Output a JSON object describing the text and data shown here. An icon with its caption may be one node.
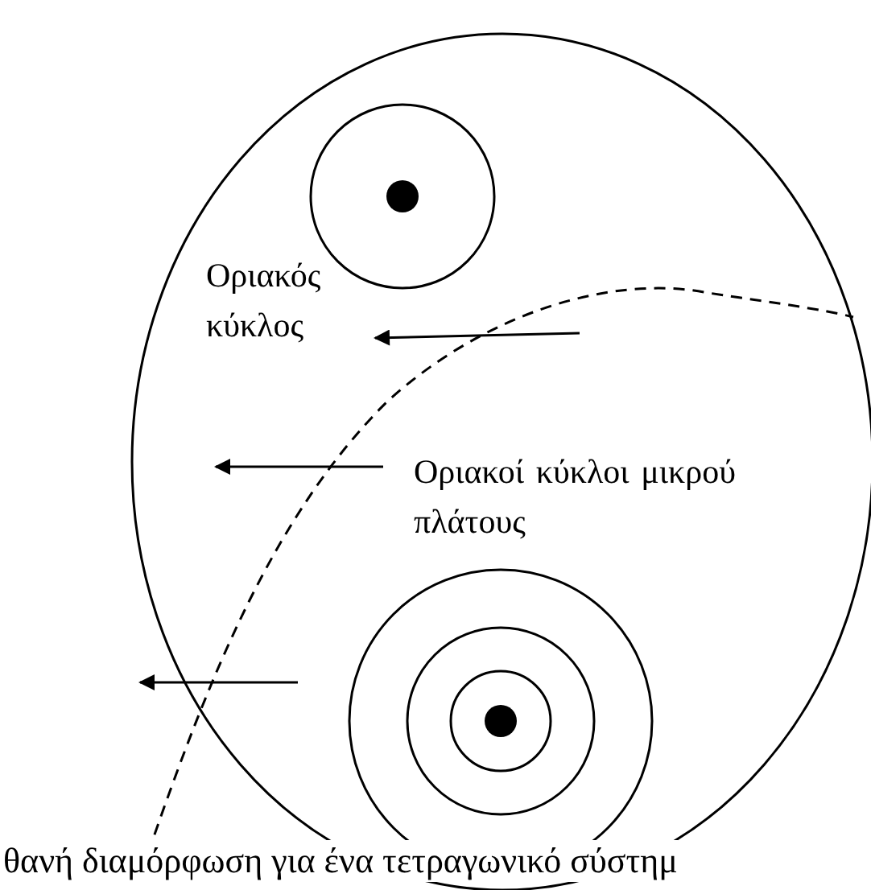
{
  "diagram": {
    "caption": "θανή διαμόρφωση για ένα τετραγωνικό σύστημ",
    "labels": [
      "Οριακός κύκλος",
      "Οριακοί κύκλοι μικρού πλάτους"
    ]
  }
}
